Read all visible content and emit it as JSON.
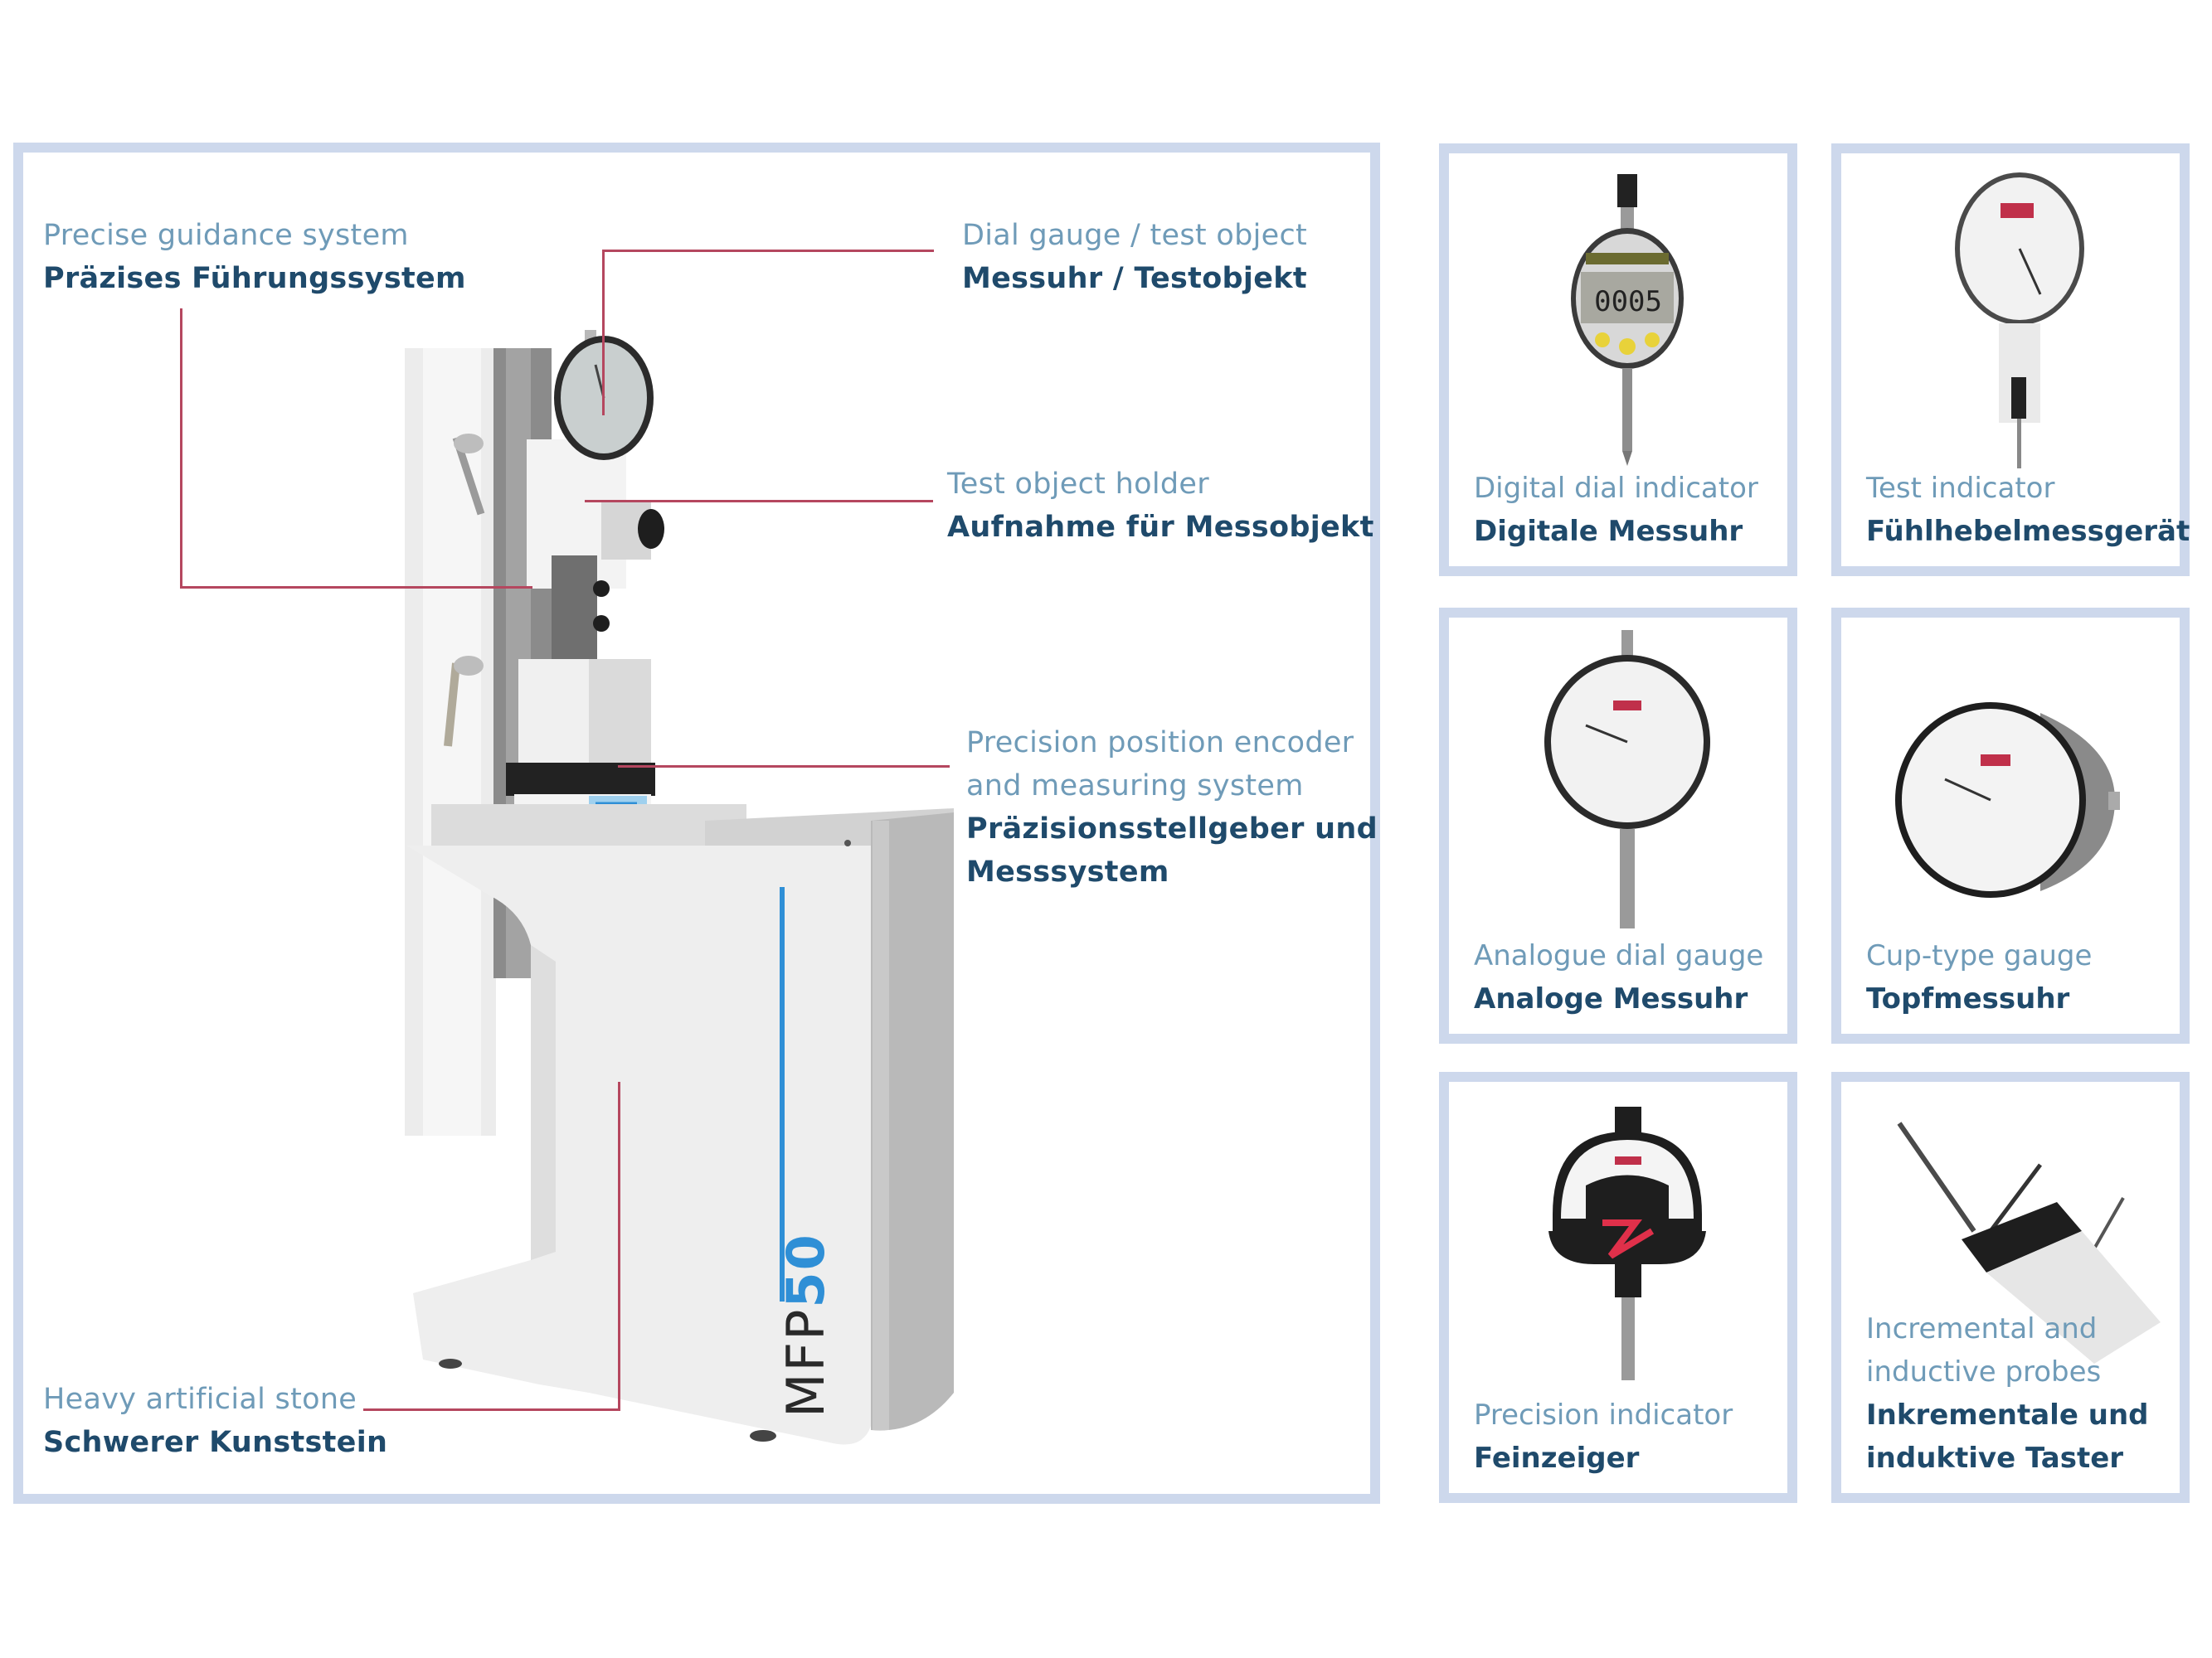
{
  "main": {
    "callouts": [
      {
        "id": "guidance",
        "en": "Precise guidance system",
        "de": "Präzises Führungssystem"
      },
      {
        "id": "dial",
        "en": "Dial gauge / test object",
        "de": "Messuhr / Testobjekt"
      },
      {
        "id": "holder",
        "en": "Test object holder",
        "de": "Aufnahme für Messobjekt"
      },
      {
        "id": "encoder",
        "en_lines": [
          "Precision position encoder",
          "and measuring system"
        ],
        "de_lines": [
          "Präzisionsstellgeber und",
          "Messsystem"
        ]
      },
      {
        "id": "stone",
        "en": "Heavy artificial stone",
        "de": "Schwerer Kunststein"
      }
    ],
    "machine": {
      "model_label": "MFP",
      "model_number": "50",
      "accent_color": "#2f8fd6"
    }
  },
  "cards": [
    {
      "en": "Digital dial indicator",
      "de": "Digitale Messuhr",
      "icon": "digital-dial-indicator-icon",
      "display_value": "0005"
    },
    {
      "en": "Test indicator",
      "de": "Fühlhebelmessgerät",
      "icon": "test-indicator-icon"
    },
    {
      "en": "Analogue dial gauge",
      "de": "Analoge Messuhr",
      "icon": "analogue-dial-gauge-icon"
    },
    {
      "en": "Cup-type gauge",
      "de": "Topfmessuhr",
      "icon": "cup-type-gauge-icon"
    },
    {
      "en": "Precision indicator",
      "de": "Feinzeiger",
      "icon": "precision-indicator-icon"
    },
    {
      "en_lines": [
        "Incremental and",
        "inductive probes"
      ],
      "de_lines": [
        "Inkrementale und",
        "induktive Taster"
      ],
      "icon": "incremental-probe-icon"
    }
  ],
  "colors": {
    "border": "#cdd8ec",
    "english_text": "#6f9bb8",
    "german_text": "#1f4a6b",
    "leader_line": "#b5475f"
  }
}
